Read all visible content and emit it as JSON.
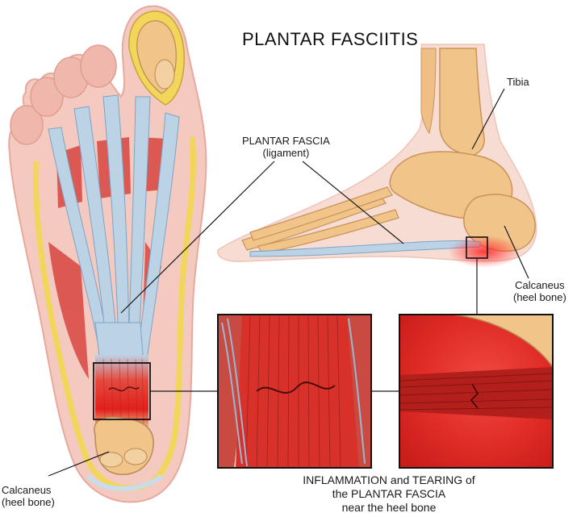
{
  "title": "PLANTAR FASCIITIS",
  "labels": {
    "tibia": "Tibia",
    "fascia_line1": "PLANTAR FASCIA",
    "fascia_line2": "(ligament)",
    "calcaneus_right_line1": "Calcaneus",
    "calcaneus_right_line2": "(heel bone)",
    "calcaneus_left_line1": "Calcaneus",
    "calcaneus_left_line2": "(heel bone)"
  },
  "caption": {
    "line1": "INFLAMMATION and TEARING of",
    "line2": "the PLANTAR FASCIA",
    "line3": "near the heel bone"
  },
  "colors": {
    "skin": "#f3c9c0",
    "skin_edge": "#e8a99c",
    "fat_yellow": "#f2d65a",
    "fascia_blue": "#bcd3e6",
    "muscle_red": "#d8453f",
    "bone": "#f1c48a",
    "inflammation": "#e0201c"
  }
}
